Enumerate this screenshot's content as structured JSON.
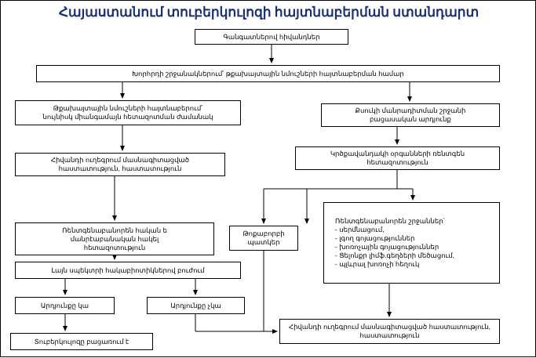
{
  "title": "Հայաստանում տուբերկուլոզի հայտնաբերման ստանդարտ",
  "colors": {
    "title": "#1a2f6e",
    "line": "#000000",
    "box_bg": "#ffffff"
  },
  "nodes": {
    "n1": "Գանգատներով հիվանդներ",
    "n2": "Խորհրդի շրջանակներում՝ թքախայտային նմուշների հայտնաբերման համար",
    "n3": "Թքախայտային նմուշների հայտնաբերում՝\nնույնիսկ միանգամայն հետազոտման ժամանակ",
    "n4": "Քսուկի մանրադիտման շրջանի\nբացասական արդյունք",
    "n5": "Հիվանդի ուղեգրում մասնագիտացված\nհաստատություն, հաստատություն",
    "n6": "Կրծքավանդակի օրգանների ռենտգեն\nհետազոտություն",
    "n7": "Ռենտգենաբանորեն հական ե\nմանրէաբանական հակել\nհետազոտություն",
    "n8": "Թոքաբորբի\nպատկեր",
    "n9": "Ռենտգենաբանորեն շրջաններ՝\n- սերմնացում,\n- լգող գոյացություններ\n- խոռոչային գոյացություններ\n- Ցելոնքր լիմֆ.գեղձերի մեծացում,\n- պլևրալ խոռոչի հեղուկ",
    "n10": "Լայն սպեկտրի հակաբիոտիկներով բուժում",
    "n11": "Արդյունքը կա",
    "n12": "Արդյունքը չկա",
    "n13": "Հիվանդի ուղեգրում մասնագիտացված հաստատություն,\nհաստատություն",
    "n14": "Տուբերկուլոզը բացառում է"
  }
}
